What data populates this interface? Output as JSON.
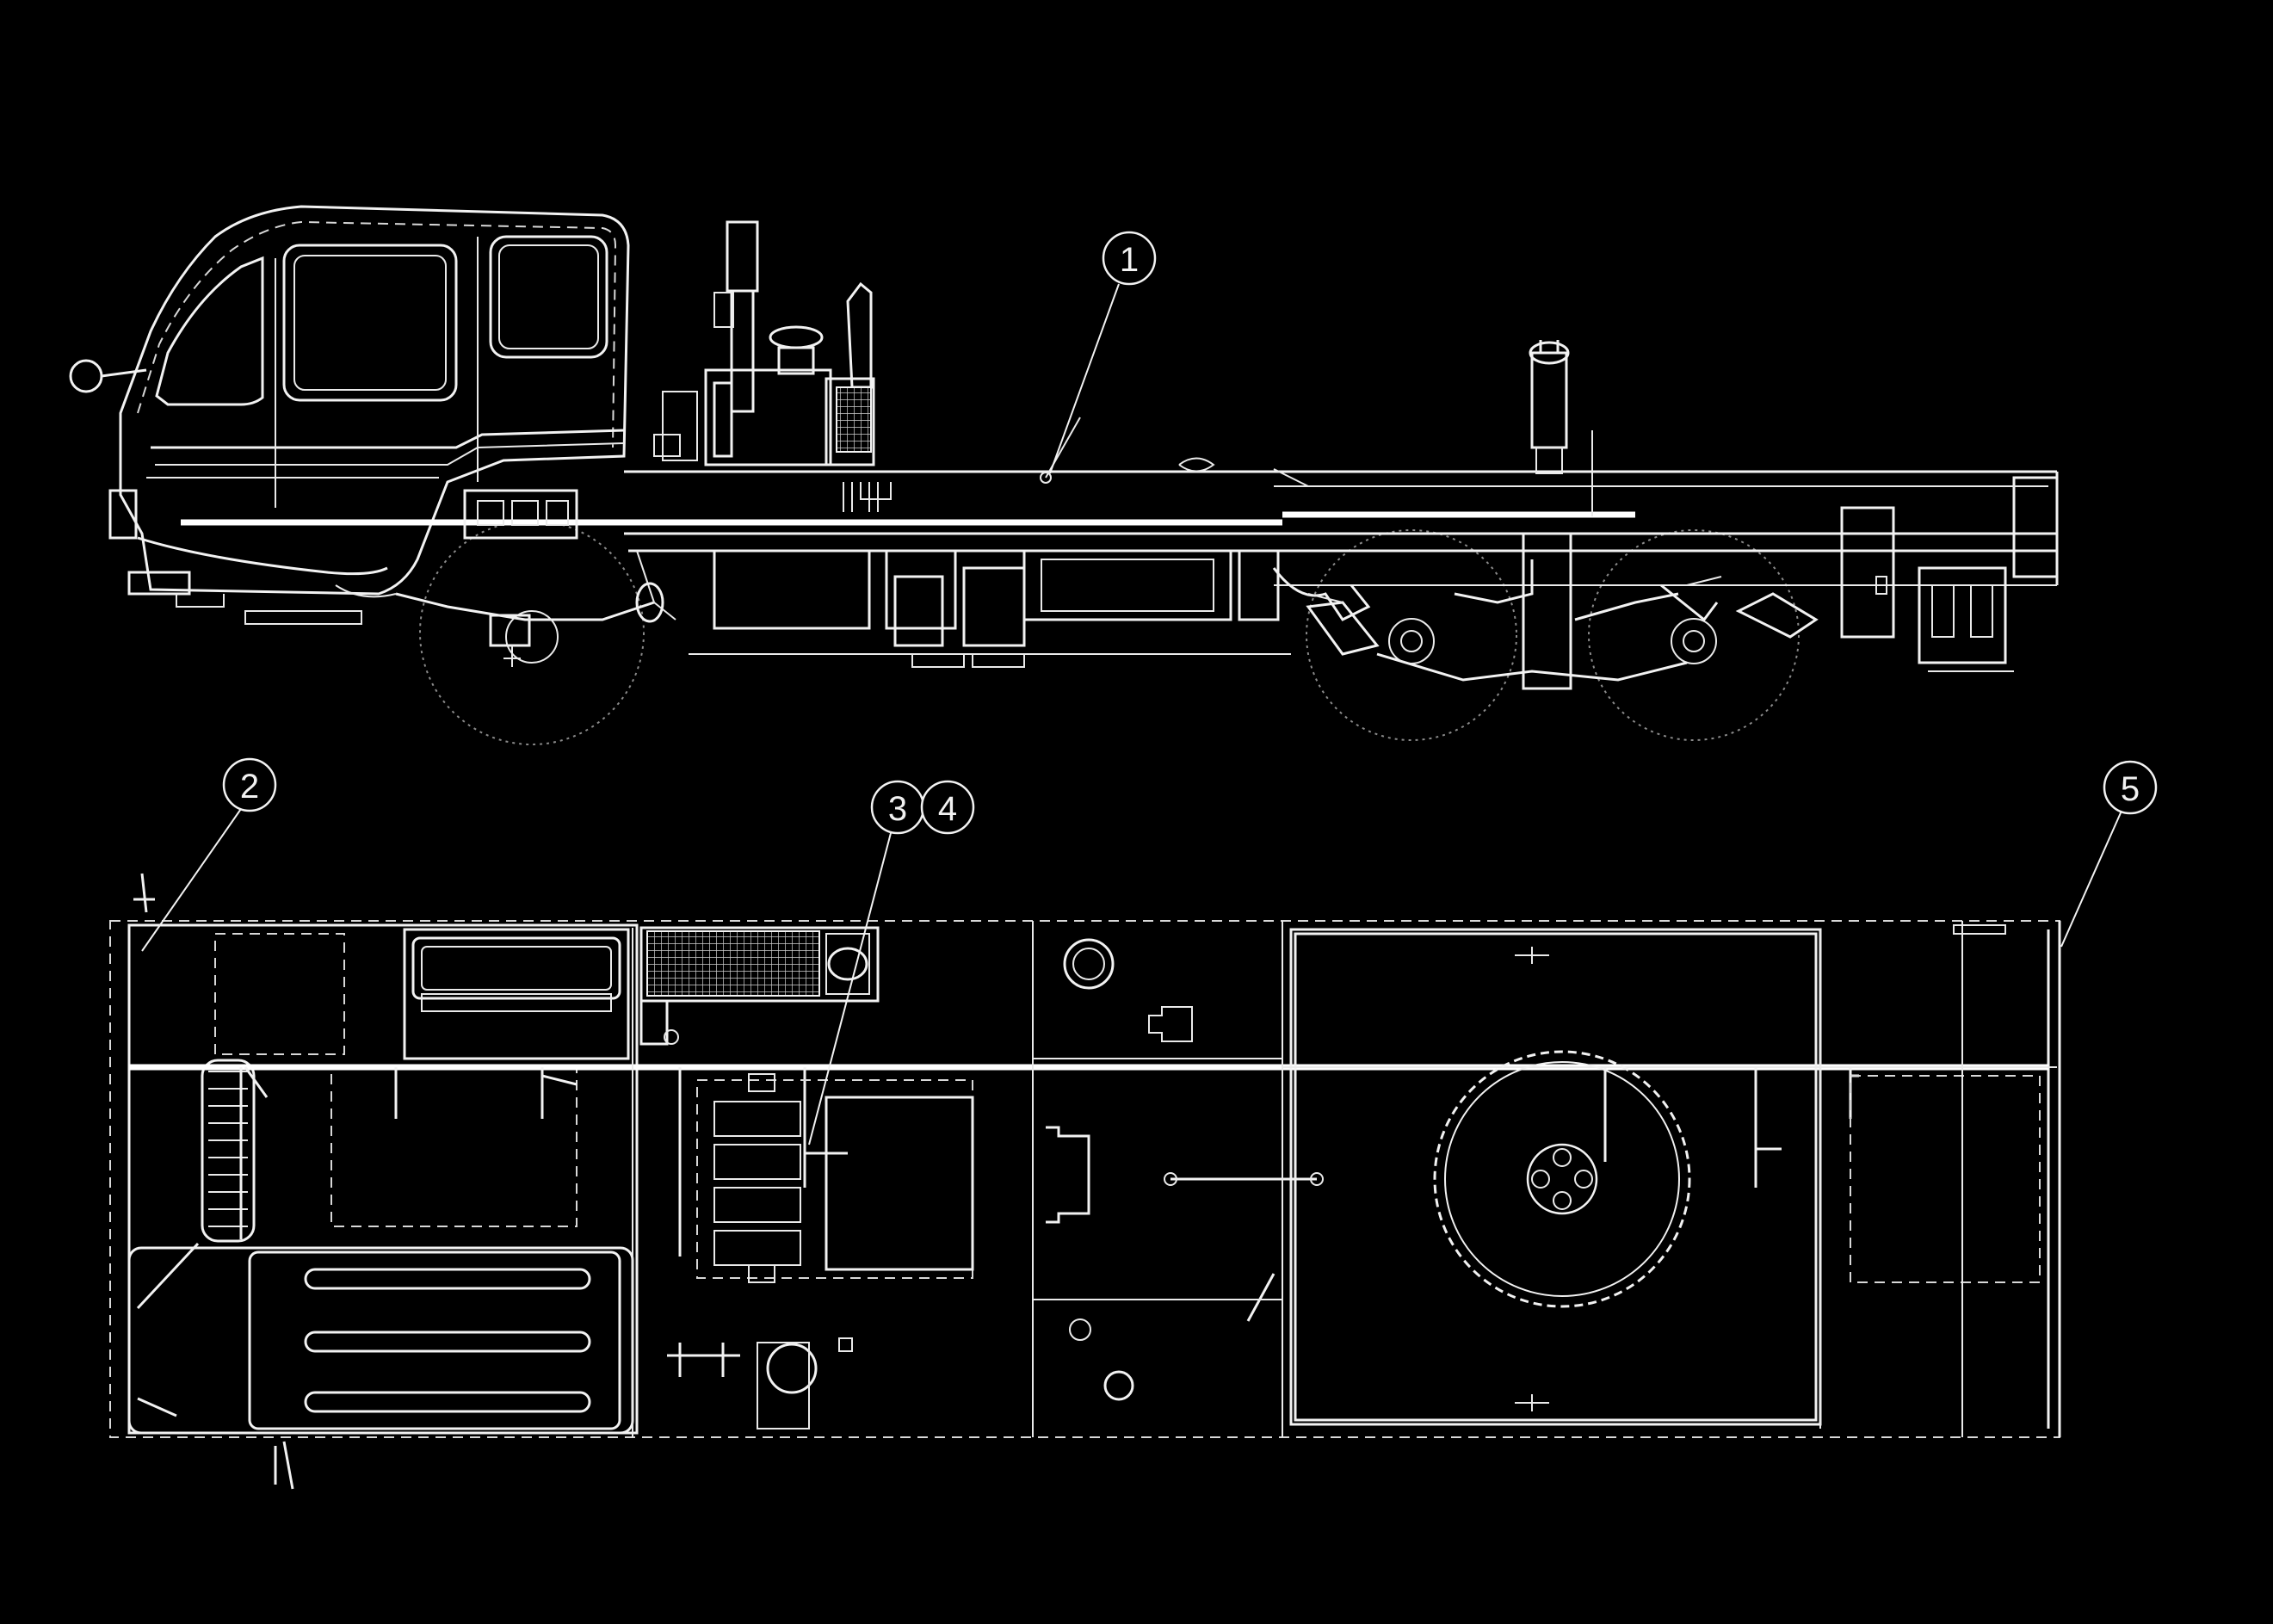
{
  "diagram": {
    "background": "#000000",
    "line_color": "#f2f2f2",
    "views": [
      {
        "id": "side-view"
      },
      {
        "id": "top-view"
      }
    ],
    "callouts": [
      {
        "id": "c1",
        "label": "1"
      },
      {
        "id": "c2",
        "label": "2"
      },
      {
        "id": "c3",
        "label": "3"
      },
      {
        "id": "c4",
        "label": "4"
      },
      {
        "id": "c5",
        "label": "5"
      }
    ]
  }
}
